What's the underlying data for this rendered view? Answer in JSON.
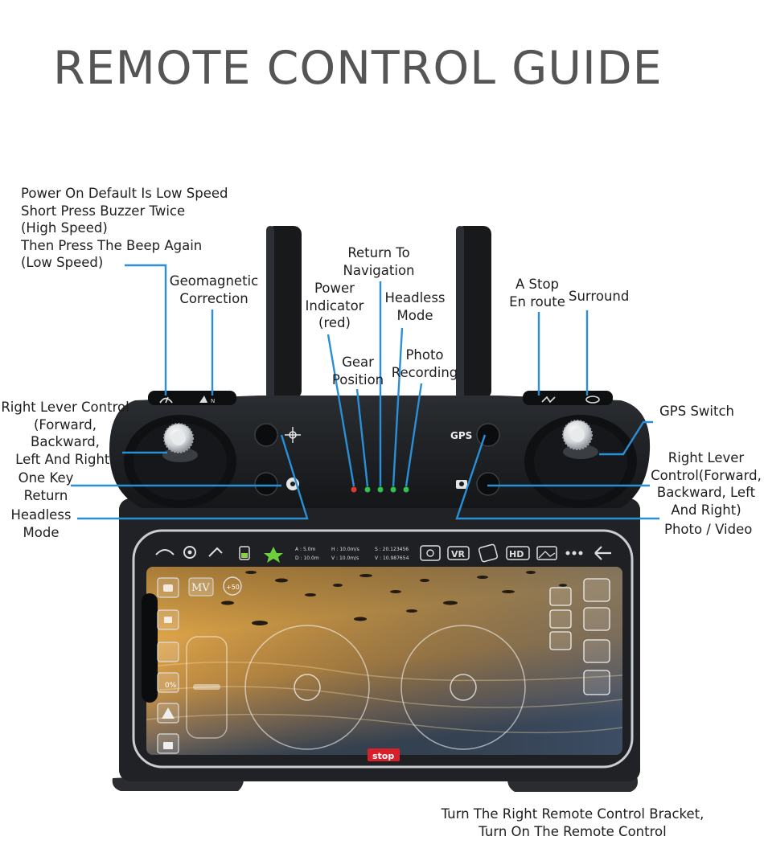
{
  "title": "REMOTE CONTROL GUIDE",
  "labels": {
    "speed": [
      "Power On Default Is Low Speed",
      "Short Press Buzzer Twice",
      "(High Speed)",
      "Then Press The Beep Again",
      "(Low Speed)"
    ],
    "geomagnetic": [
      "Geomagnetic",
      "Correction"
    ],
    "return_nav": [
      "Return To",
      "Navigation"
    ],
    "power_indicator": [
      "Power",
      "Indicator",
      "(red)"
    ],
    "headless_top": [
      "Headless",
      "Mode"
    ],
    "gear": [
      "Gear",
      "Position"
    ],
    "photo_rec": [
      "Photo",
      "Recording"
    ],
    "a_stop": [
      "A Stop",
      "En route"
    ],
    "surround": "Surround",
    "gps_switch": "GPS Switch",
    "left_lever": [
      "Right Lever Control",
      "(Forward,",
      "Backward,",
      "Left And Right)"
    ],
    "one_key": [
      "One Key",
      "Return"
    ],
    "headless_left": [
      "Headless",
      "Mode"
    ],
    "right_lever": [
      "Right Lever",
      "Control(Forward,",
      "Backward, Left",
      "And Right)"
    ],
    "photo_video": "Photo / Video",
    "bracket": [
      "Turn The Right Remote Control Bracket,",
      "Turn On The Remote Control"
    ]
  },
  "device": {
    "gps_button": "GPS",
    "screen": {
      "telemetry": [
        "A : 5.0m",
        "H : 10.0m/s",
        "S : 20.123456",
        "D : 10.0m",
        "V : 10.0m/s",
        "V : 10.987654"
      ],
      "mode_mv": "MV",
      "zoom": "+50",
      "percent": "0%",
      "vr": "VR",
      "hd": "HD",
      "stop": "stop"
    }
  },
  "colors": {
    "leader": "#2a8fd6",
    "body": "#1b1d20",
    "led_red": "#e03a2f",
    "led_green": "#35c24a",
    "stop_badge": "#d8202a"
  }
}
